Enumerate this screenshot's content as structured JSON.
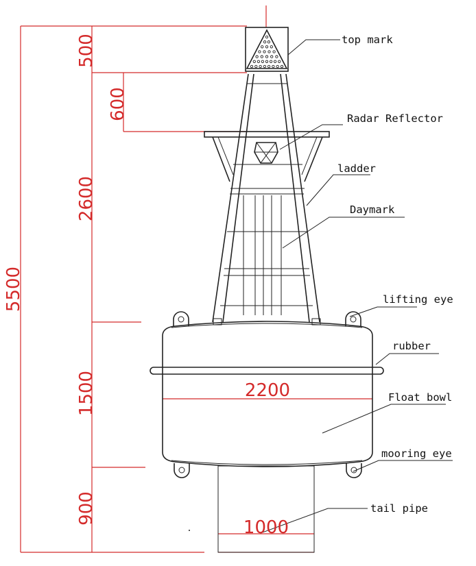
{
  "dimensions": {
    "overall_height": "5500",
    "top_mark_height": "500",
    "reflector_offset": "600",
    "superstructure_height": "2600",
    "float_height": "1500",
    "tail_height": "900",
    "float_diameter": "2200",
    "tail_diameter": "1000"
  },
  "labels": {
    "top_mark": "top mark",
    "radar_reflector": "Radar Reflector",
    "ladder": "ladder",
    "daymark": "Daymark",
    "lifting_eye": "lifting eye",
    "rubber": "rubber",
    "float_bowl": "Float bowl",
    "mooring_eye": "mooring eye",
    "tail_pipe": "tail pipe"
  },
  "colors": {
    "dimension": "#d42a2a",
    "outline": "#222222"
  }
}
